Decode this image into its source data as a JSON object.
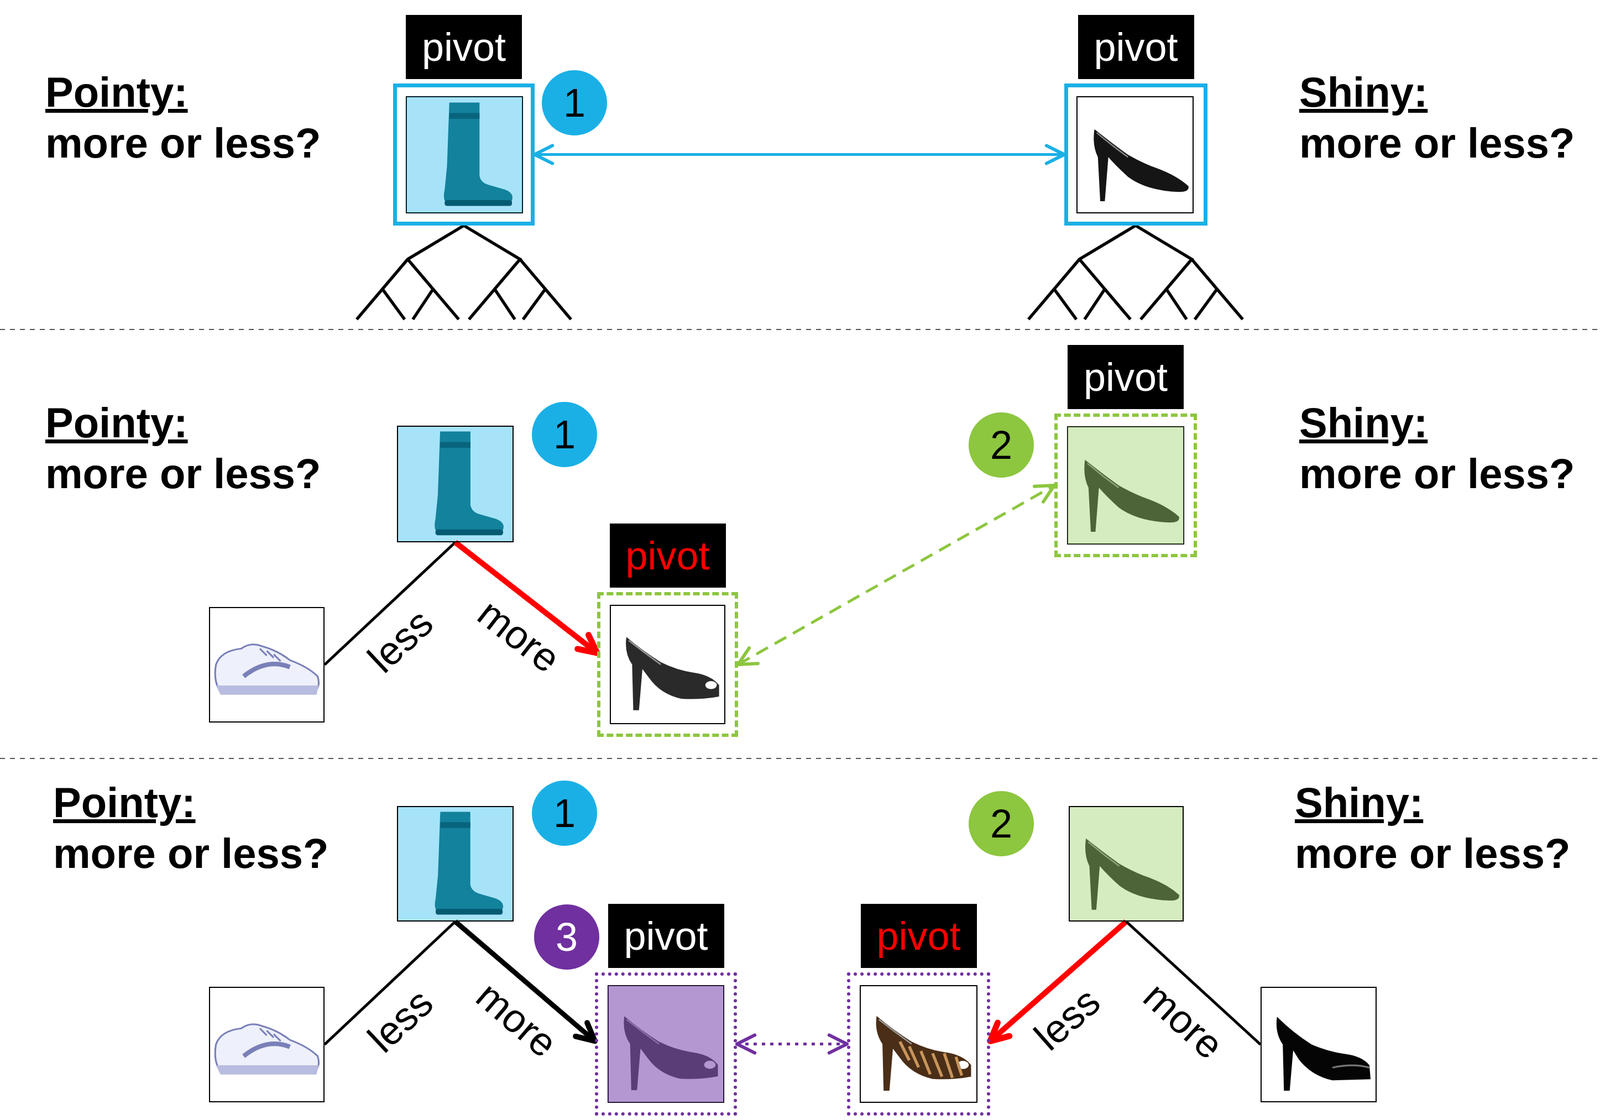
{
  "diagram": {
    "nodes": [
      {
        "text": [
          "pivot"
        ]
      },
      {
        "text": [
          "1"
        ]
      },
      {
        "text": [
          "pivot"
        ]
      },
      {
        "text": []
      },
      {
        "text": [
          "1"
        ]
      },
      {
        "text": [
          "2"
        ]
      },
      {
        "text": [
          "pivot"
        ]
      },
      {
        "text": []
      },
      {
        "text": [
          "pivot"
        ]
      },
      {
        "text": []
      },
      {
        "text": [
          "1"
        ]
      },
      {
        "text": [
          "2"
        ]
      },
      {
        "text": []
      },
      {
        "text": []
      },
      {
        "text": [
          "3"
        ]
      },
      {
        "text": [
          "pivot"
        ]
      },
      {
        "text": [
          "pivot"
        ]
      },
      {
        "text": []
      }
    ],
    "edges": [
      {
        "from": 0,
        "to": 2,
        "arrow": "both"
      },
      {
        "from": 3,
        "to": 7,
        "label": "less",
        "arrow": "none"
      },
      {
        "from": 3,
        "to": 8,
        "label": "more",
        "arrow": "to"
      },
      {
        "from": 8,
        "to": 6,
        "arrow": "both"
      },
      {
        "from": 9,
        "to": 13,
        "label": "less",
        "arrow": "none"
      },
      {
        "from": 9,
        "to": 15,
        "label": "more",
        "arrow": "to"
      },
      {
        "from": 12,
        "to": 16,
        "label": "less",
        "arrow": "to"
      },
      {
        "from": 12,
        "to": 17,
        "label": "more",
        "arrow": "none"
      },
      {
        "from": 15,
        "to": 16,
        "arrow": "both"
      }
    ],
    "labels": [
      "Pointy:",
      "more or less?",
      "Shiny:",
      "more or less?",
      "Pointy:",
      "more or less?",
      "Shiny:",
      "more or less?",
      "Pointy:",
      "more or less?",
      "Shiny:",
      "more or less?"
    ]
  }
}
